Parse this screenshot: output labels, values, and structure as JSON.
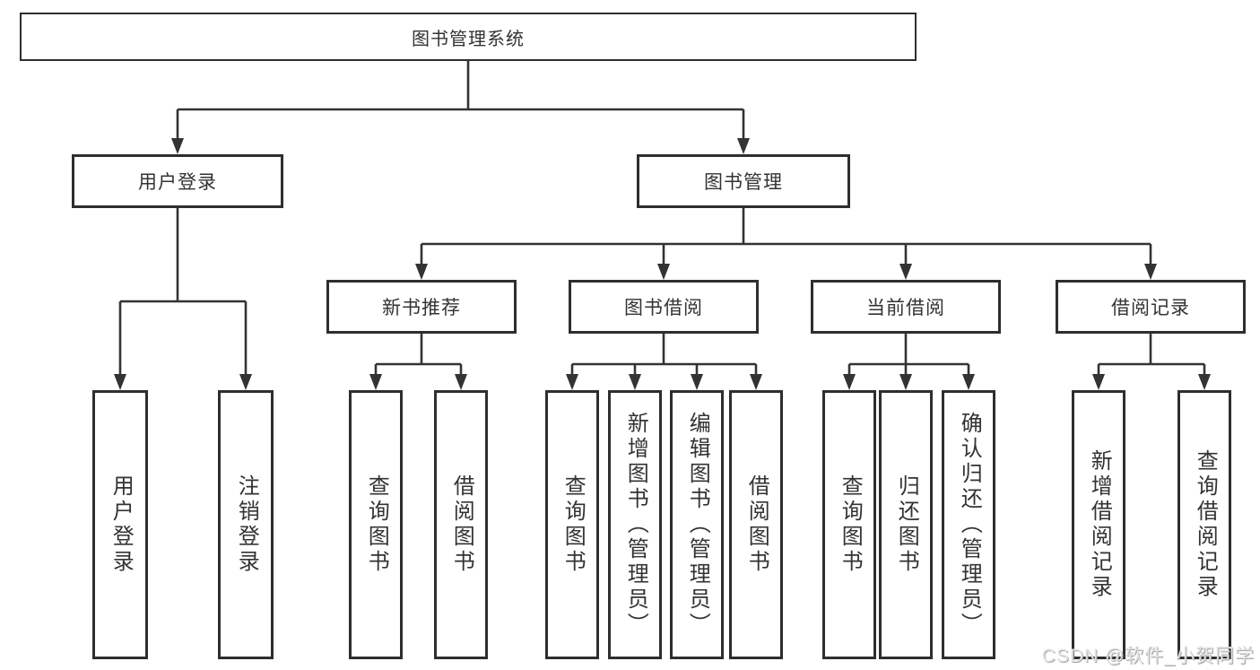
{
  "diagram": {
    "tree": {
      "root": "图书管理系统",
      "branches": [
        {
          "label": "用户登录",
          "children": [
            "用户登录",
            "注销登录"
          ]
        },
        {
          "label": "图书管理",
          "children": [
            {
              "label": "新书推荐",
              "children": [
                "查询图书",
                "借阅图书"
              ]
            },
            {
              "label": "图书借阅",
              "children": [
                "查询图书",
                "新增图书（管理员）",
                "编辑图书（管理员）",
                "借阅图书"
              ]
            },
            {
              "label": "当前借阅",
              "children": [
                "查询图书",
                "归还图书",
                "确认归还（管理员）"
              ]
            },
            {
              "label": "借阅记录",
              "children": [
                "新增借阅记录",
                "查询借阅记录"
              ]
            }
          ]
        }
      ]
    },
    "colors": {
      "line": "#333333",
      "box_border": "#2e2e2e",
      "box_background": "#ffffff",
      "text": "#333333",
      "watermark_text": "#e3e3e3"
    }
  },
  "watermark": {
    "text": "CSDN @软件_小贺同学"
  }
}
